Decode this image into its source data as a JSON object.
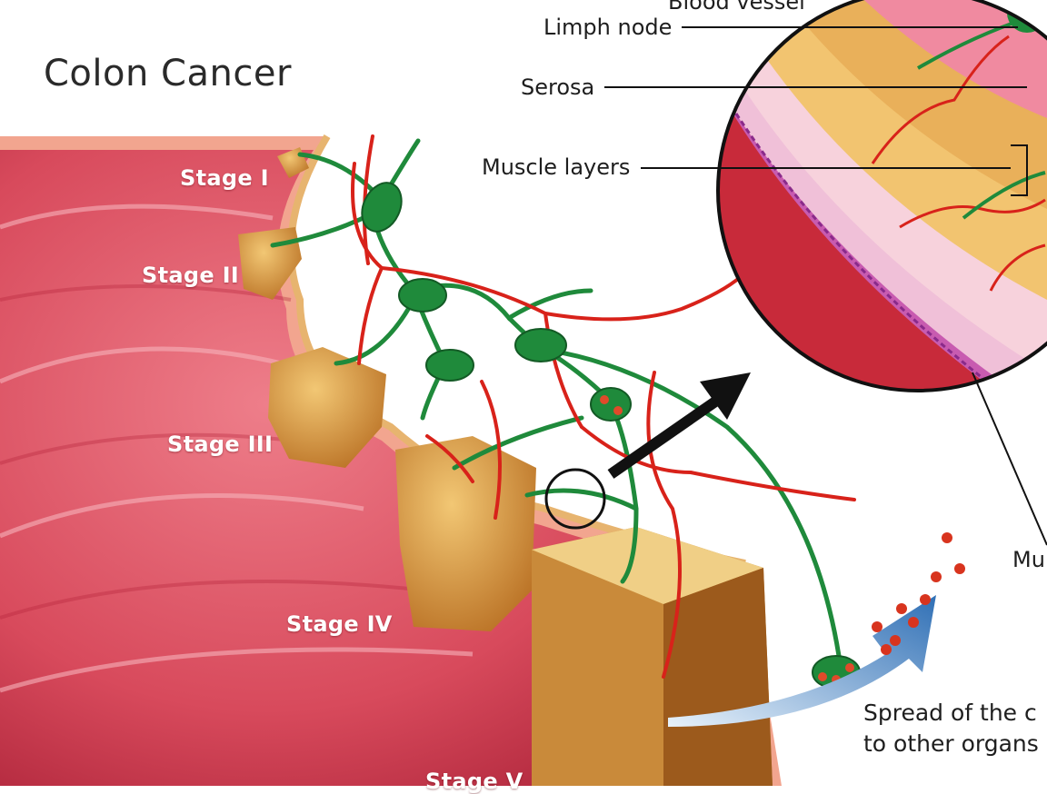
{
  "title": "Colon Cancer",
  "callouts": {
    "blood_vessel": "Blood vessel",
    "limph_node": "Limph node",
    "serosa": "Serosa",
    "muscle_layers": "Muscle layers",
    "mucosa": "Mu"
  },
  "stages": [
    "Stage I",
    "Stage II",
    "Stage III",
    "Stage IV",
    "Stage V"
  ],
  "spread": {
    "line1": "Spread of the c",
    "line2": "to other organs"
  },
  "colors": {
    "colon_red": "#d84a5c",
    "colon_dark": "#b4233a",
    "tumor": "#e0a040",
    "lymph": "#1f8a3b",
    "vessel": "#d8221a",
    "arrow": "#3f7fc0"
  },
  "icons": [
    "lymph-node-icon",
    "black-arrow-icon",
    "spread-arrow-icon",
    "magnifier-circle-icon"
  ]
}
